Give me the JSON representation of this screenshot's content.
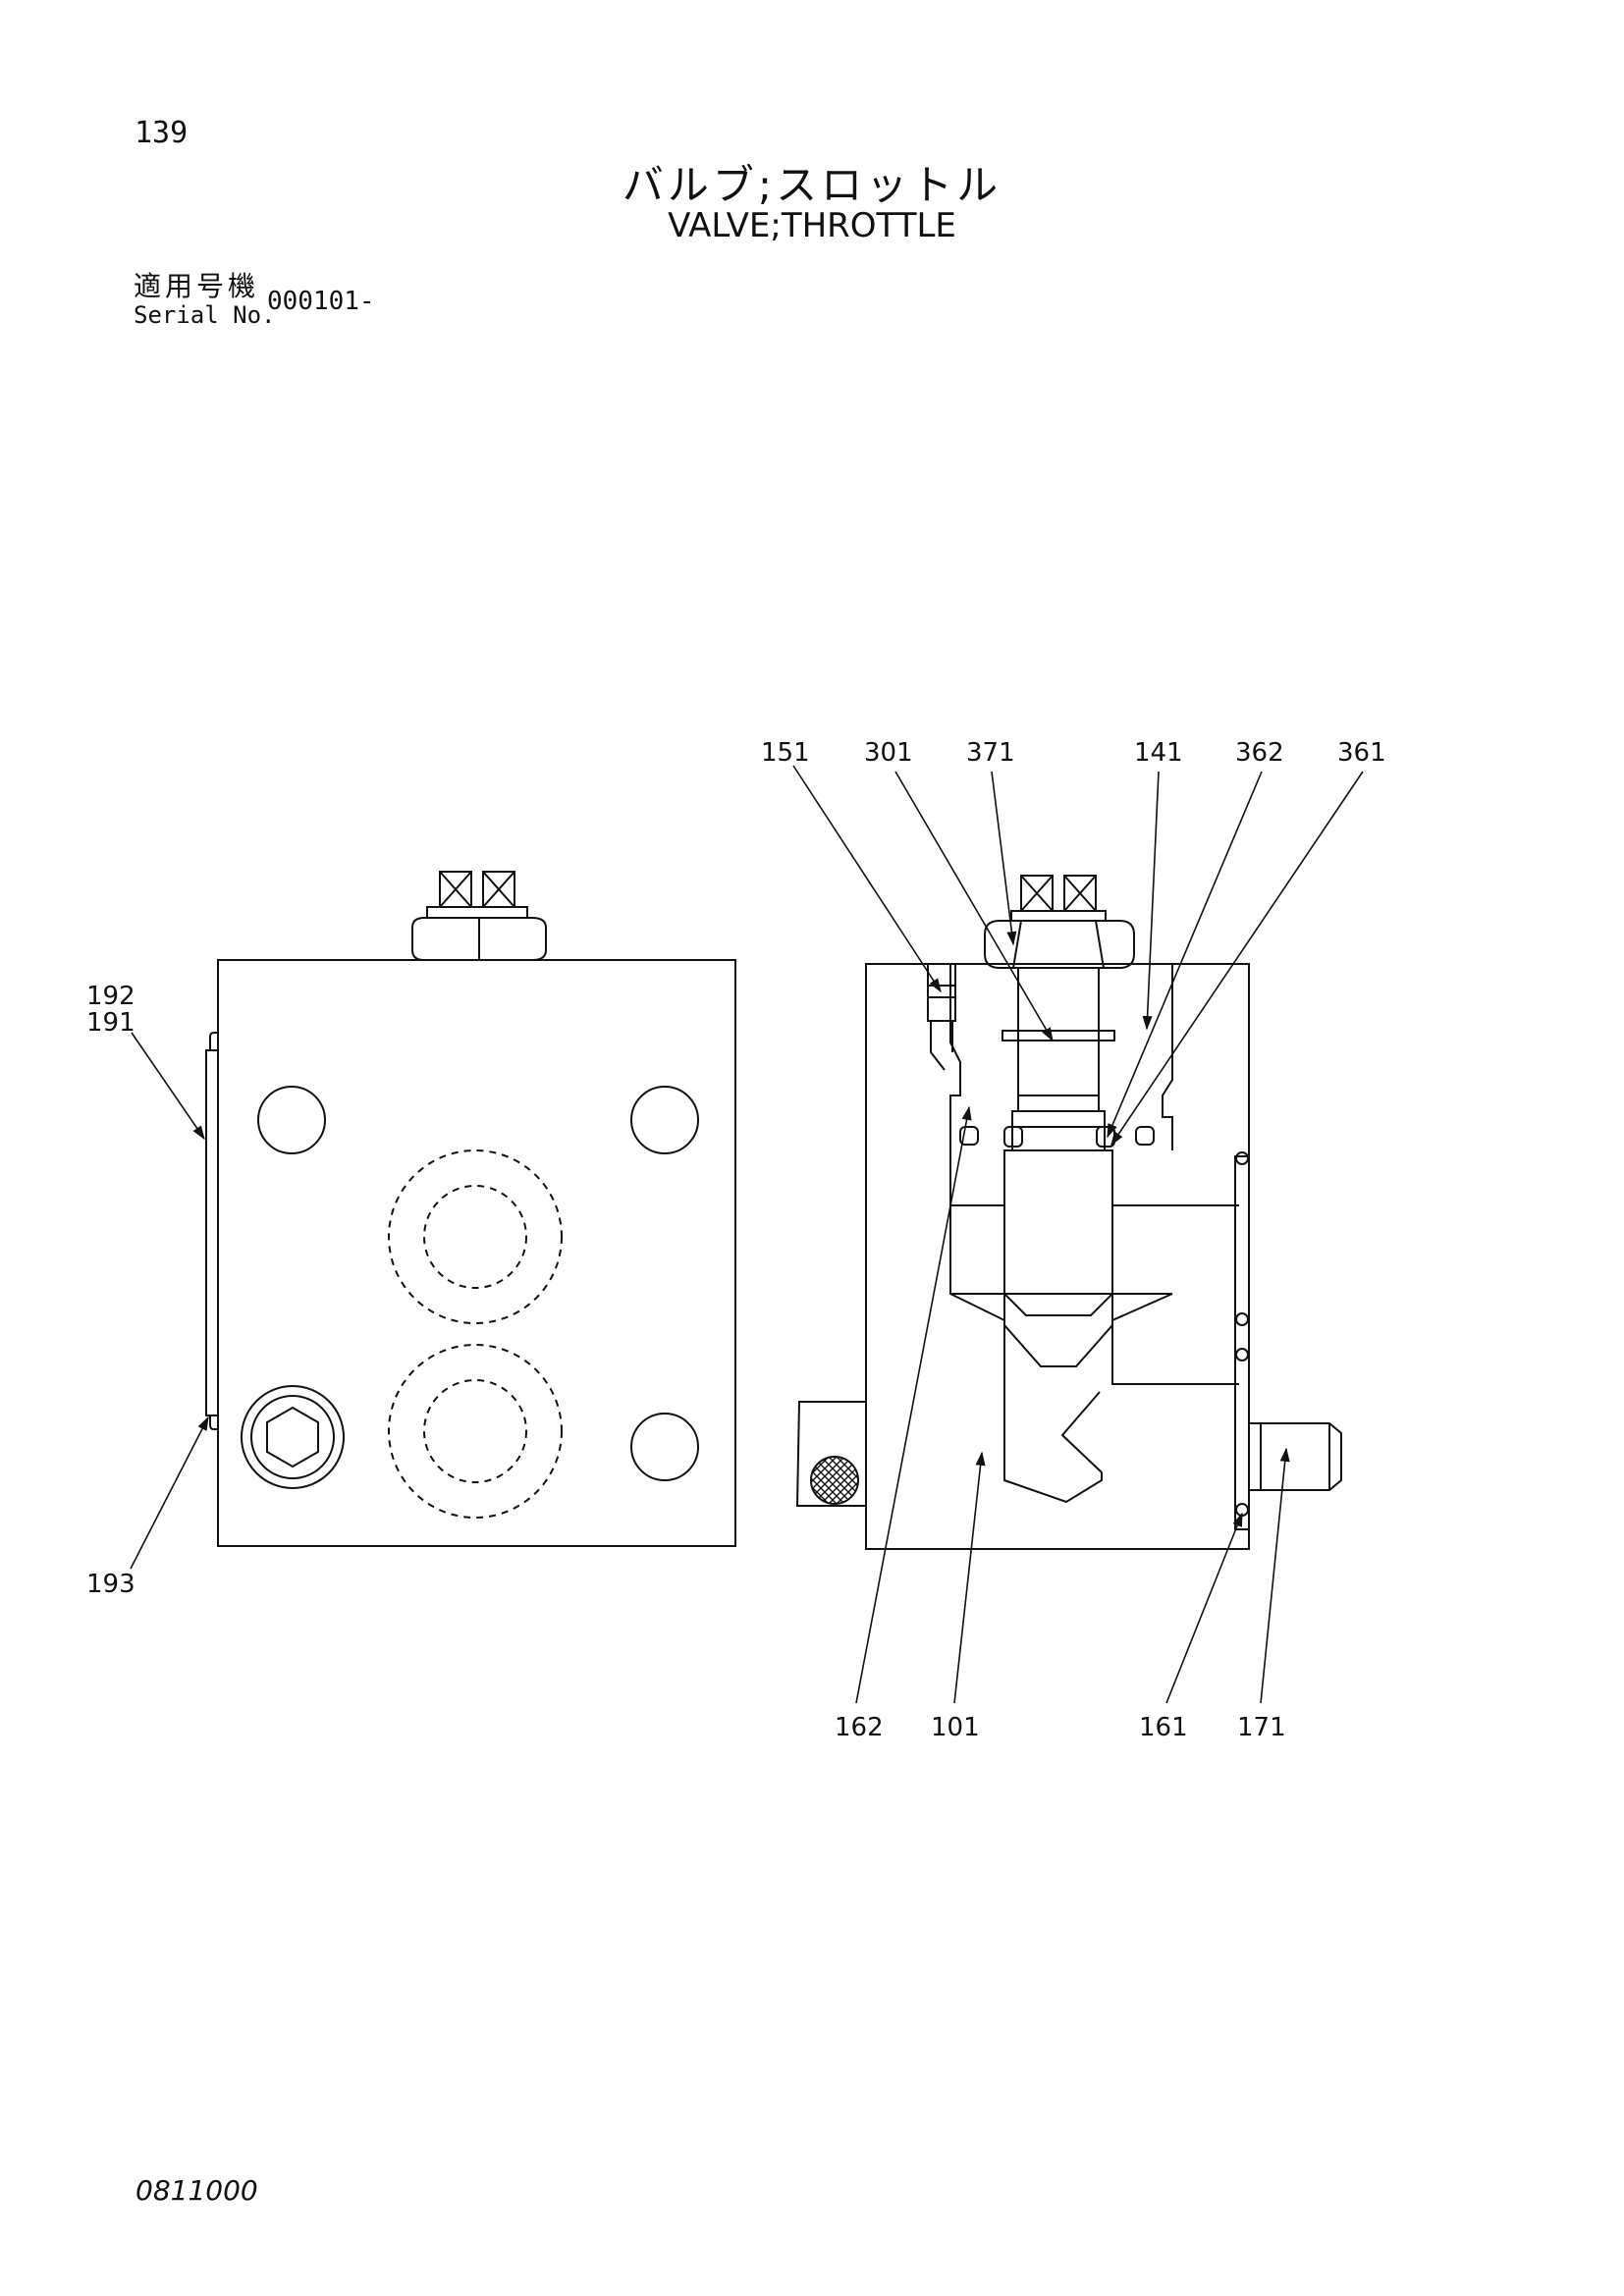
{
  "header": {
    "page_number": "139",
    "title_ja": "バルブ;スロットル",
    "title_en": "VALVE;THROTTLE",
    "serial_label_ja": "適用号機",
    "serial_label_en": "Serial No.",
    "serial_value": "000101-"
  },
  "diagram": {
    "callouts": [
      {
        "id": "192",
        "label": "192"
      },
      {
        "id": "191",
        "label": "191"
      },
      {
        "id": "193",
        "label": "193"
      },
      {
        "id": "151",
        "label": "151"
      },
      {
        "id": "301",
        "label": "301"
      },
      {
        "id": "371",
        "label": "371"
      },
      {
        "id": "141",
        "label": "141"
      },
      {
        "id": "362",
        "label": "362"
      },
      {
        "id": "361",
        "label": "361"
      },
      {
        "id": "162",
        "label": "162"
      },
      {
        "id": "101",
        "label": "101"
      },
      {
        "id": "161",
        "label": "161"
      },
      {
        "id": "171",
        "label": "171"
      }
    ]
  },
  "footer": {
    "doc_code": "0811000"
  }
}
